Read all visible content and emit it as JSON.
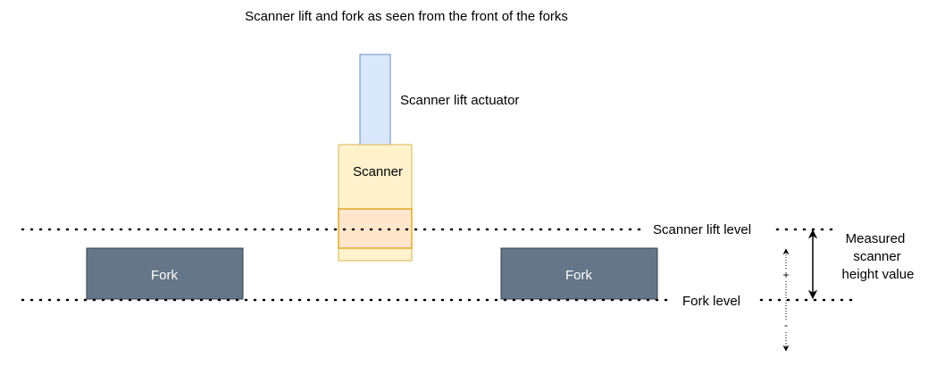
{
  "title": "Scanner lift and fork as seen from the front of the forks",
  "actuator_label": "Scanner lift actuator",
  "scanner_label": "Scanner",
  "fork_left_label": "Fork",
  "fork_right_label": "Fork",
  "scanner_lift_level_label": "Scanner lift level",
  "fork_level_label": "Fork level",
  "measurement_label": {
    "line1": "Measured",
    "line2": "scanner",
    "line3": "height value"
  },
  "plus_sign": "+",
  "minus_sign": "-",
  "colors": {
    "actuator_fill": "#dae8fc",
    "actuator_stroke": "#6c8ebf",
    "scanner_fill": "#fff2cc",
    "scanner_stroke": "#d6b656",
    "scanner_overlap_fill": "#ffe6cc",
    "scanner_overlap_stroke": "#d79b00",
    "fork_fill": "#647687",
    "fork_stroke": "#314354",
    "fork_text": "#ffffff",
    "line": "#000000"
  }
}
